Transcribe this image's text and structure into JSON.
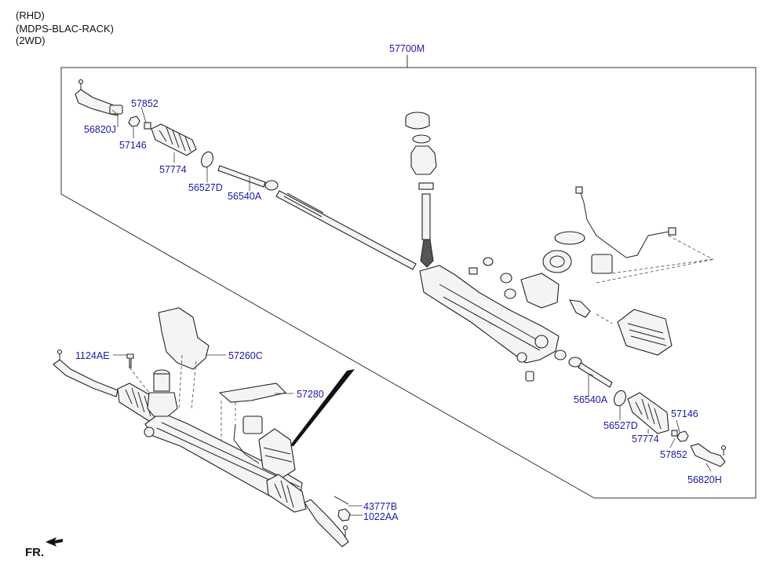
{
  "header": {
    "line1": "(RHD)",
    "line2": "(MDPS-BLAC-RACK)",
    "line3": "(2WD)"
  },
  "assembly_label": "57700M",
  "direction_label": "FR.",
  "callouts": {
    "tie_rod_end_left": "56820J",
    "nut_top_a": "57852",
    "nut_top_b": "57146",
    "boot_left": "57774",
    "clamp_left": "56527D",
    "inner_tie_rod_left": "56540A",
    "inner_tie_rod_right": "56540A",
    "clamp_right": "56527D",
    "boot_right": "57774",
    "nut_bottom_a": "57146",
    "nut_bottom_b": "57852",
    "tie_rod_end_right": "56820H",
    "bolt": "1124AE",
    "heat_shield": "57260C",
    "bracket": "57280",
    "cotter_pin": "43777B",
    "castle_nut": "1022AA"
  },
  "colors": {
    "callout_text": "#1a1aa6",
    "line": "#222222"
  }
}
